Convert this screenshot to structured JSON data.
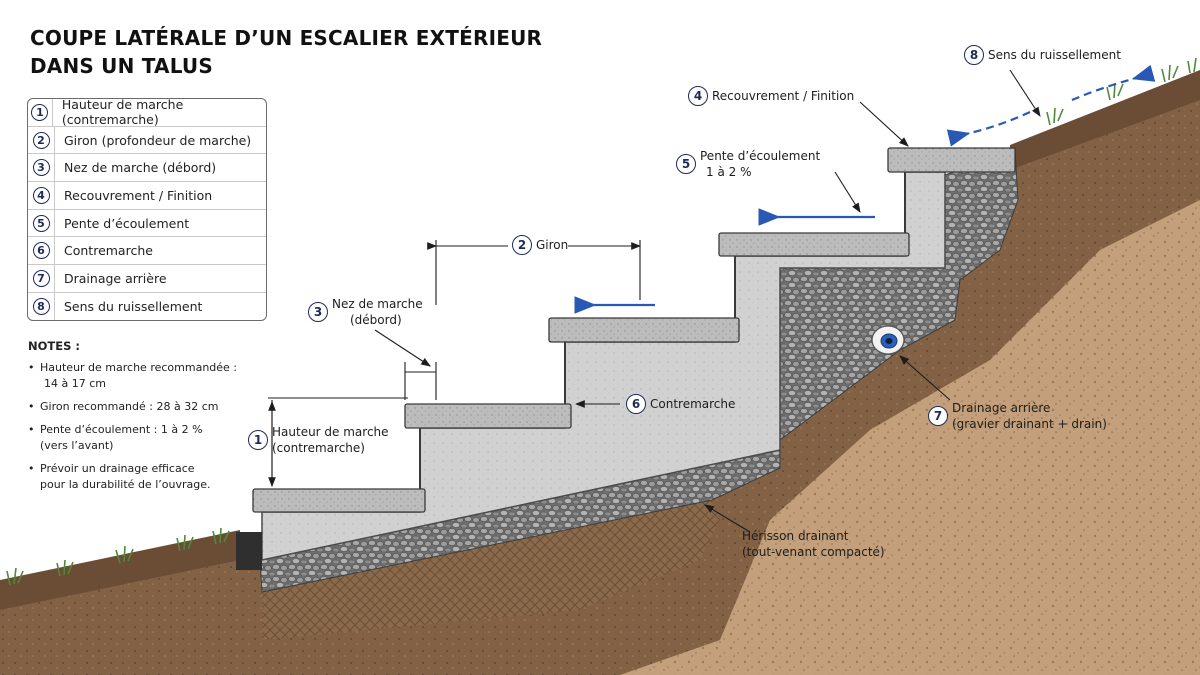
{
  "title": {
    "line1": "COUPE LATÉRALE D’UN ESCALIER EXTÉRIEUR",
    "line2": "DANS UN TALUS"
  },
  "legend": [
    {
      "num": "1",
      "label": "Hauteur de marche (contremarche)"
    },
    {
      "num": "2",
      "label": "Giron (profondeur de marche)"
    },
    {
      "num": "3",
      "label": "Nez de marche (débord)"
    },
    {
      "num": "4",
      "label": "Recouvrement / Finition"
    },
    {
      "num": "5",
      "label": "Pente d’écoulement"
    },
    {
      "num": "6",
      "label": "Contremarche"
    },
    {
      "num": "7",
      "label": "Drainage arrière"
    },
    {
      "num": "8",
      "label": "Sens du ruissellement"
    }
  ],
  "notes": {
    "title": "NOTES :",
    "items": [
      {
        "line1": "Hauteur de marche recommandée :",
        "line2": "14 à 17 cm"
      },
      {
        "line1": "Giron recommandé : 28 à 32 cm",
        "line2": ""
      },
      {
        "line1": "Pente d’écoulement :  1 à 2 %",
        "line2": "(vers l’avant)"
      },
      {
        "line1": "Prévoir un drainage efficace",
        "line2": "pour la durabilité de l’ouvrage."
      }
    ]
  },
  "callouts": {
    "c1": {
      "num": "1",
      "line1": "Hauteur de marche",
      "line2": "(contremarche)"
    },
    "c2": {
      "num": "2",
      "line1": "Giron"
    },
    "c3": {
      "num": "3",
      "line1": "Nez de marche",
      "line2": "(débord)"
    },
    "c4": {
      "num": "4",
      "line1": "Recouvrement / Finition"
    },
    "c5": {
      "num": "5",
      "line1": "Pente d’écoulement",
      "line2": "1 à 2 %"
    },
    "c6": {
      "num": "6",
      "line1": "Contremarche"
    },
    "c7": {
      "num": "7",
      "line1": "Drainage arrière",
      "line2": "(gravier drainant + drain)"
    },
    "c8": {
      "num": "8",
      "line1": "Sens du ruissellement"
    },
    "herisson": {
      "line1": "Hérisson drainant",
      "line2": "(tout-venant compacté)"
    }
  },
  "colors": {
    "soil_dark": "#7a5a3e",
    "soil_light": "#c19f7c",
    "concrete": "#cfcfcf",
    "tread": "#bdbdbd",
    "gravel": "#8c8c8c",
    "flow_arrow": "#2a59b5",
    "grass": "#4f8a3a",
    "callout": "#1f2a5a"
  }
}
